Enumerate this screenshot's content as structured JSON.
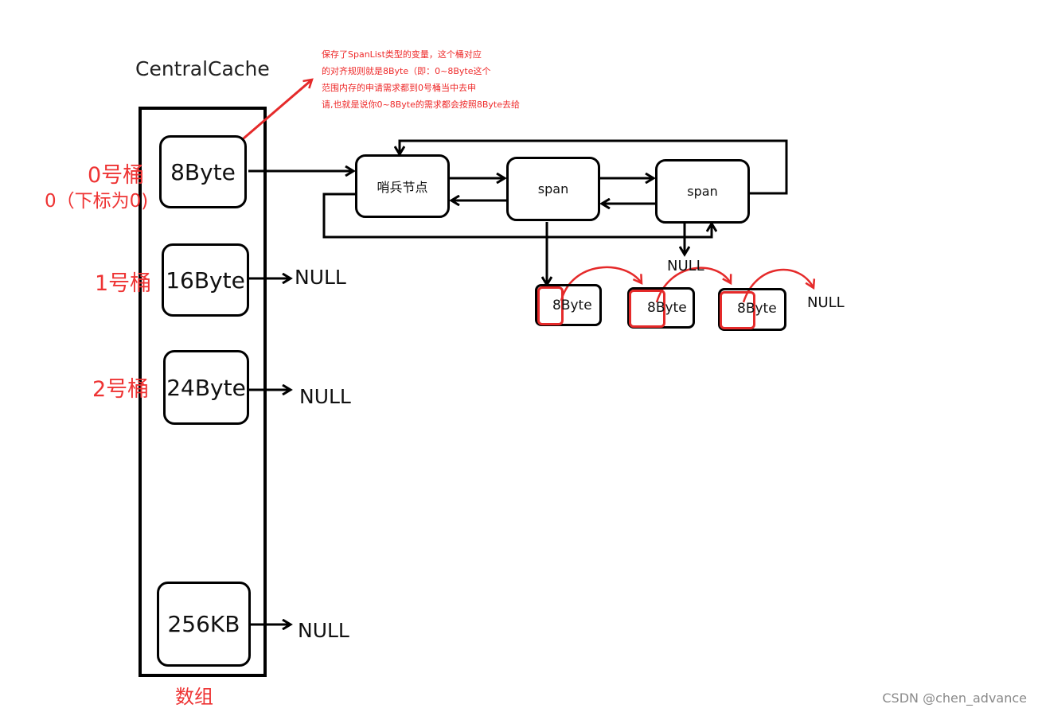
{
  "title": "CentralCache",
  "annotation": {
    "lines": [
      "保存了SpanList类型的变量，这个桶对应",
      "的对齐规则就是8Byte（即：0~8Byte这个",
      "范围内存的申请需求都到0号桶当中去申",
      "请,也就是说你0~8Byte的需求都会按照8Byte去给"
    ],
    "color": "#ee2a2a"
  },
  "buckets": [
    {
      "label": "0号桶",
      "sublabel": "0（下标为0)",
      "size": "8Byte"
    },
    {
      "label": "1号桶",
      "size": "16Byte",
      "null": "NULL"
    },
    {
      "label": "2号桶",
      "size": "24Byte",
      "null": "NULL"
    },
    {
      "size": "256KB",
      "null": "NULL"
    }
  ],
  "array_label": "数组",
  "spanlist": {
    "sentinel": "哨兵节点",
    "spans": [
      "span",
      "span"
    ],
    "span_null": "NULL"
  },
  "objects": {
    "items": [
      "8Byte",
      "8Byte",
      "8Byte"
    ],
    "end": "NULL"
  },
  "watermark": "CSDN @chen_advance",
  "colors": {
    "accent_red": "#e52a2a",
    "line": "#000000"
  }
}
